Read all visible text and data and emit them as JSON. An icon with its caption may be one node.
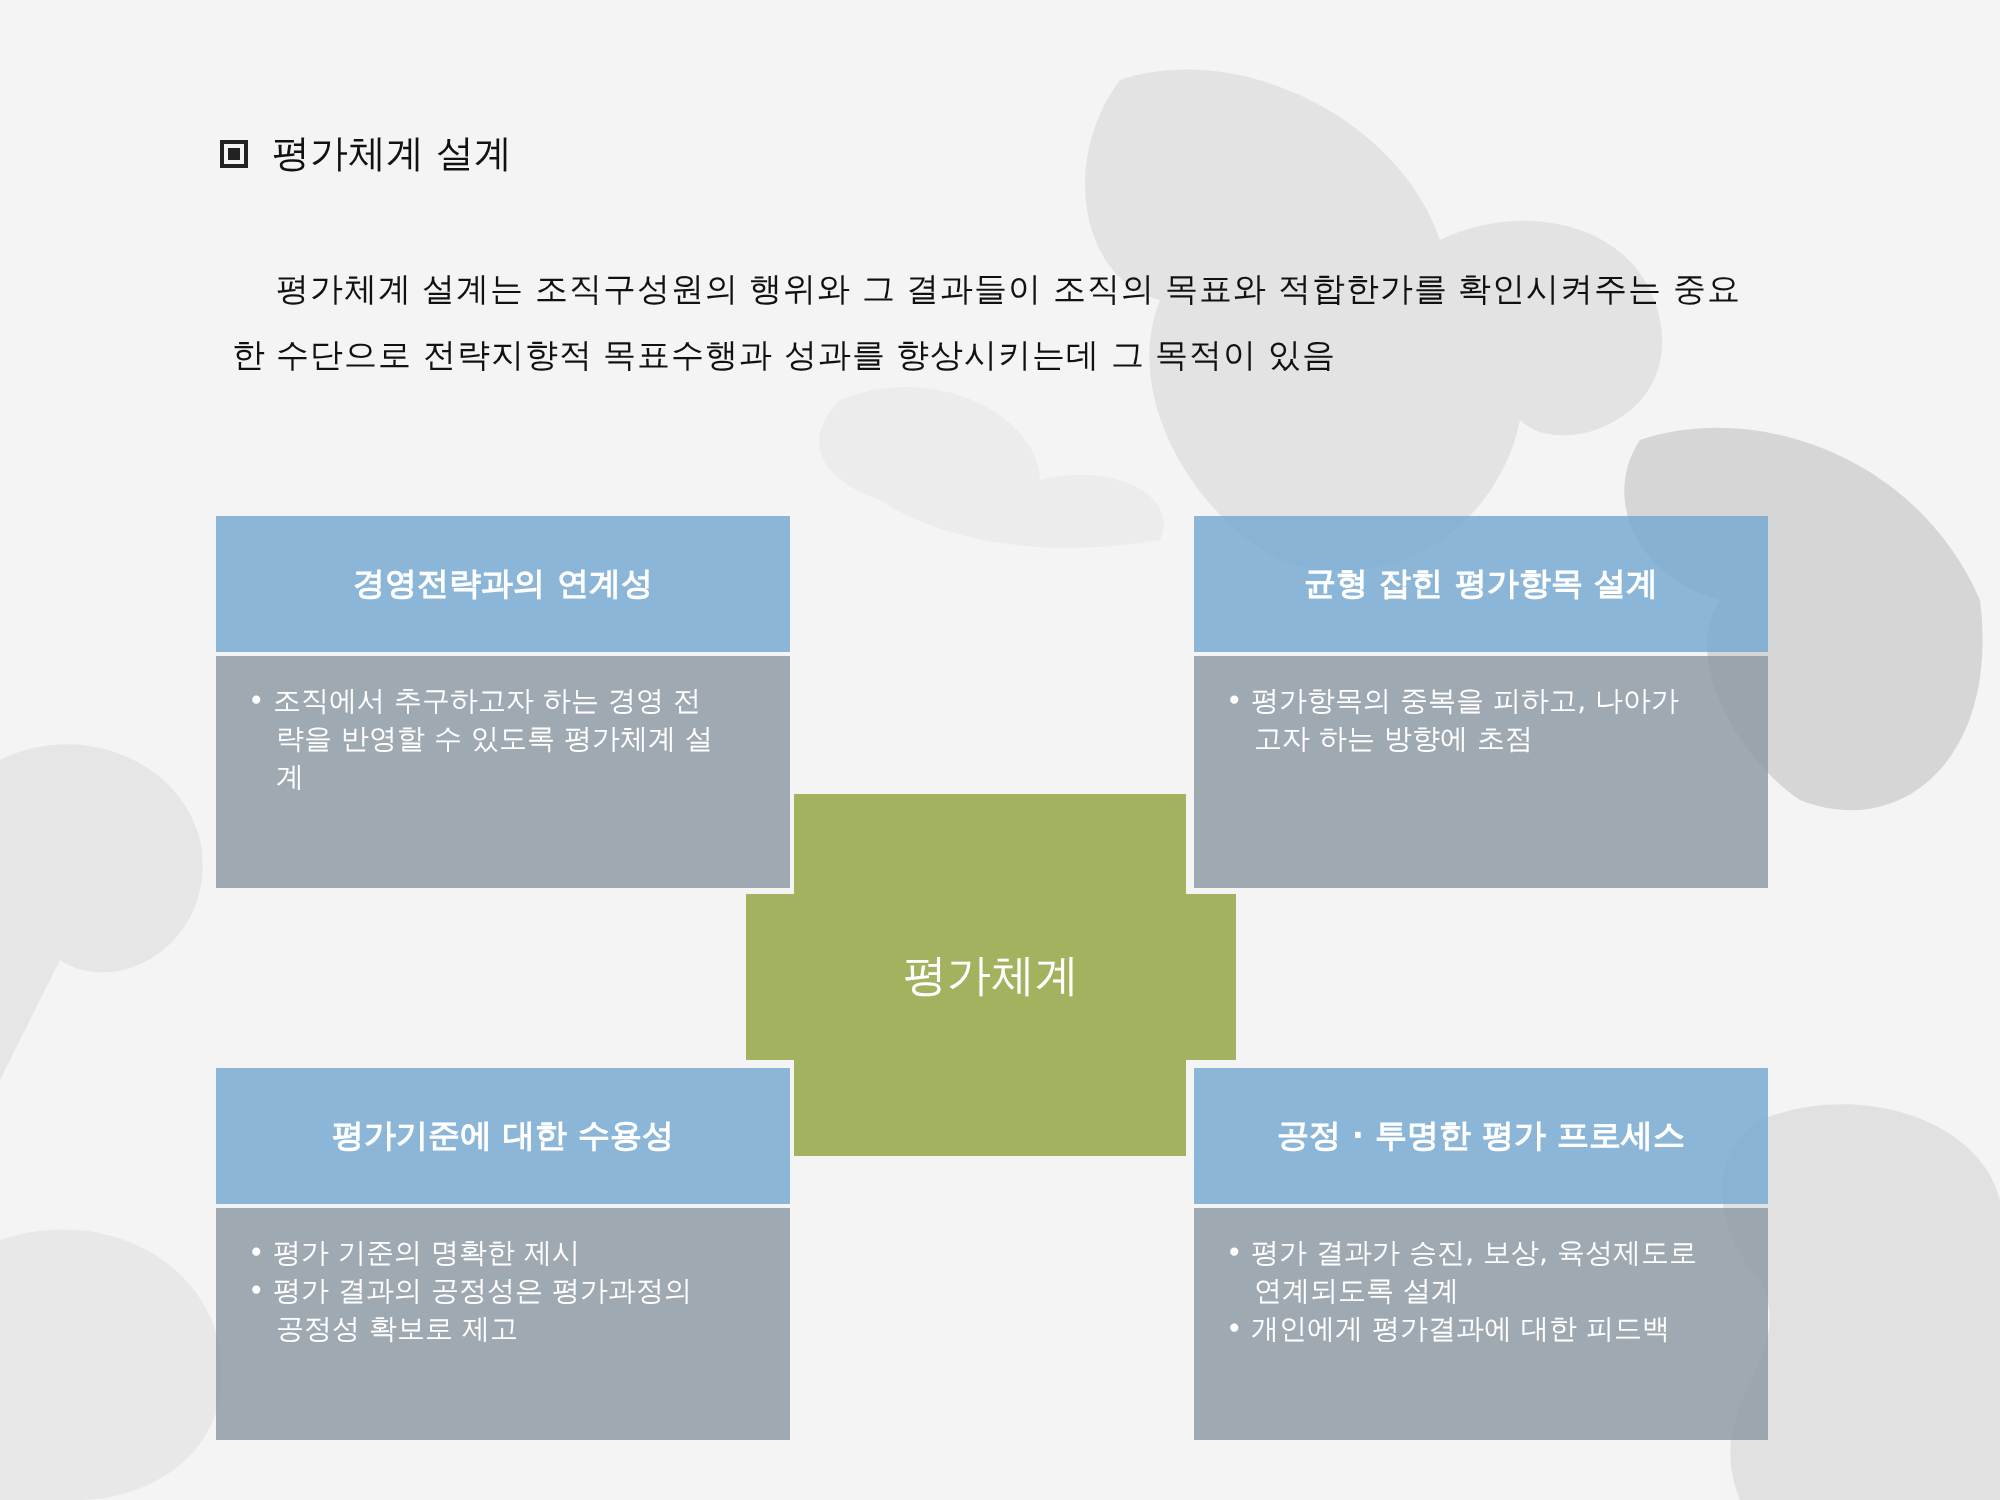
{
  "diagram": {
    "title": "평가체계 설계",
    "nodes": [
      {
        "text": [
          "경영전략과의 연계성"
        ]
      },
      {
        "text": [
          "• 조직에서 추구하고자 하는 경영 전략을 반영할 수 있도록 평가체계 설계"
        ]
      },
      {
        "text": [
          "균형 잡힌 평가항목 설계"
        ]
      },
      {
        "text": [
          "• 평가항목의 중복을 피하고, 나아가고자 하는 방향에 초점"
        ]
      },
      {
        "text": [
          "평가체계"
        ]
      },
      {
        "text": [
          "평가기준에 대한 수용성"
        ]
      },
      {
        "text": [
          "• 평가 기준의 명확한 제시",
          "• 평가 결과의 공정성은 평가과정의 공정성 확보로 제고"
        ]
      },
      {
        "text": [
          "공정 · 투명한 평가 프로세스"
        ]
      },
      {
        "text": [
          "• 평가 결과가 승진, 보상, 육성제도로 연계되도록 설계",
          "• 개인에게 평가결과에 대한 피드백"
        ]
      }
    ],
    "edges": [],
    "labels": [
      "평가체계 설계는 조직구성원의 행위와 그 결과들이 조직의 목표와 적합한가를 확인시켜주는 중요한 수단으로 전략지향적 목표수행과 성과를 향상시키는데 그 목적이 있음"
    ]
  }
}
